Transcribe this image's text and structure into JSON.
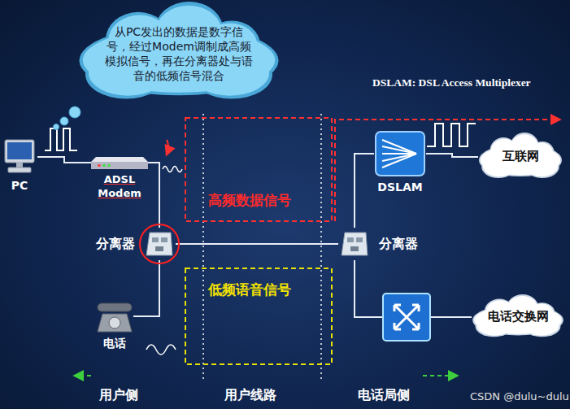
{
  "diagram": {
    "nodes": [
      {
        "text": [
          "从PC发出的数据是数字信号，经过Modem调制成高频模拟信号，再在分离器处与语音的低频信号混合"
        ]
      },
      {
        "text": [
          "PC"
        ]
      },
      {
        "text": [
          "ADSL Modem"
        ]
      },
      {
        "text": [
          "分离器"
        ]
      },
      {
        "text": [
          "电话"
        ]
      },
      {
        "text": [
          "DSLAM"
        ]
      },
      {
        "text": [
          "互联网"
        ]
      },
      {
        "text": [
          "分离器"
        ]
      },
      {
        "text": [
          "电话交换网"
        ]
      }
    ],
    "edges": [
      {
        "from": 1,
        "to": 2,
        "arrow": "none"
      },
      {
        "from": 2,
        "to": 3,
        "arrow": "none"
      },
      {
        "from": 4,
        "to": 3,
        "arrow": "none"
      },
      {
        "from": 3,
        "to": 7,
        "arrow": "none"
      },
      {
        "from": 7,
        "to": 5,
        "arrow": "none"
      },
      {
        "from": 5,
        "to": 6,
        "arrow": "none"
      },
      {
        "from": 7,
        "to": 8,
        "arrow": "none"
      }
    ],
    "labels": [
      "DSLAM: DSL Access Multiplexer",
      "高频数据信号",
      "低频语音信号",
      "用户侧",
      "用户线路",
      "电话局侧",
      "CSDN @dulu~dulu"
    ]
  }
}
